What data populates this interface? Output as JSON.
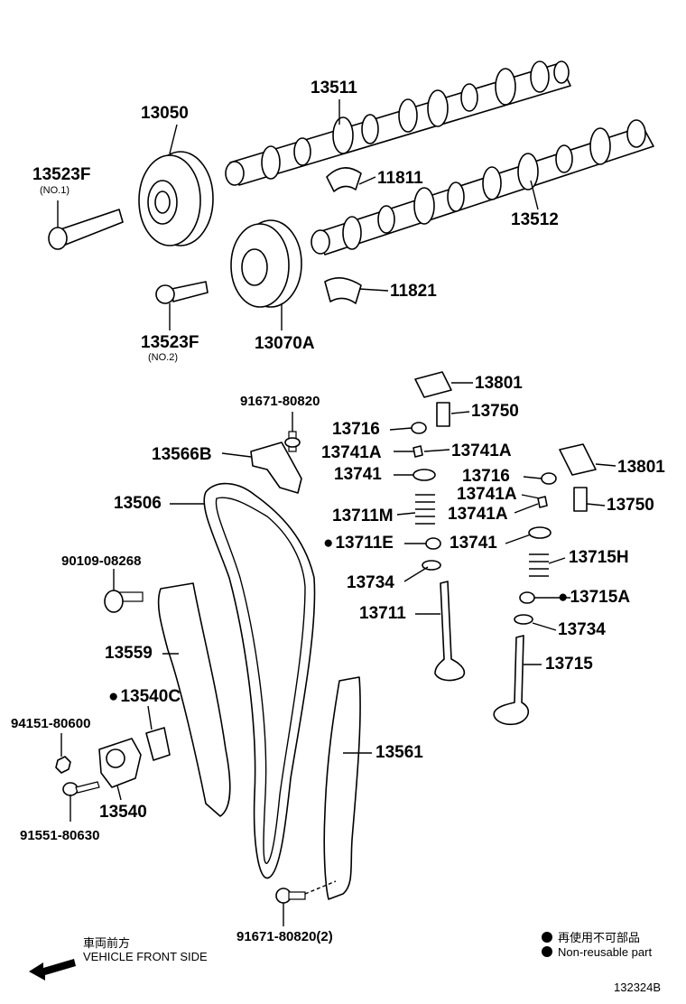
{
  "parts": {
    "p13511": "13511",
    "p13050": "13050",
    "p13523F_1": "13523F",
    "p13523F_1_note": "(NO.1)",
    "p11811": "11811",
    "p13512": "13512",
    "p11821": "11821",
    "p13523F_2": "13523F",
    "p13523F_2_note": "(NO.2)",
    "p13070A": "13070A",
    "p13801_a": "13801",
    "p91671_top": "91671-80820",
    "p13750_a": "13750",
    "p13716_a": "13716",
    "p13741A_a": "13741A",
    "p13741A_b": "13741A",
    "p13566B": "13566B",
    "p13801_b": "13801",
    "p13741_a": "13741",
    "p13716_b": "13716",
    "p13506": "13506",
    "p13741A_c": "13741A",
    "p13711M": "13711M",
    "p13741A_d": "13741A",
    "p13750_b": "13750",
    "p13711E": "13711E",
    "p13741_b": "13741",
    "p90109": "90109-08268",
    "p13715H": "13715H",
    "p13734_a": "13734",
    "p13715A": "13715A",
    "p13711": "13711",
    "p13734_b": "13734",
    "p13559": "13559",
    "p13715": "13715",
    "p13540C": "13540C",
    "p94151": "94151-80600",
    "p13561": "13561",
    "p13540": "13540",
    "p91551": "91551-80630",
    "p91671_bottom": "91671-80820(2)"
  },
  "direction": {
    "jp": "車両前方",
    "en": "VEHICLE FRONT SIDE"
  },
  "legend": {
    "jp": "再使用不可部品",
    "en": "Non-reusable part"
  },
  "figure_id": "132324B"
}
